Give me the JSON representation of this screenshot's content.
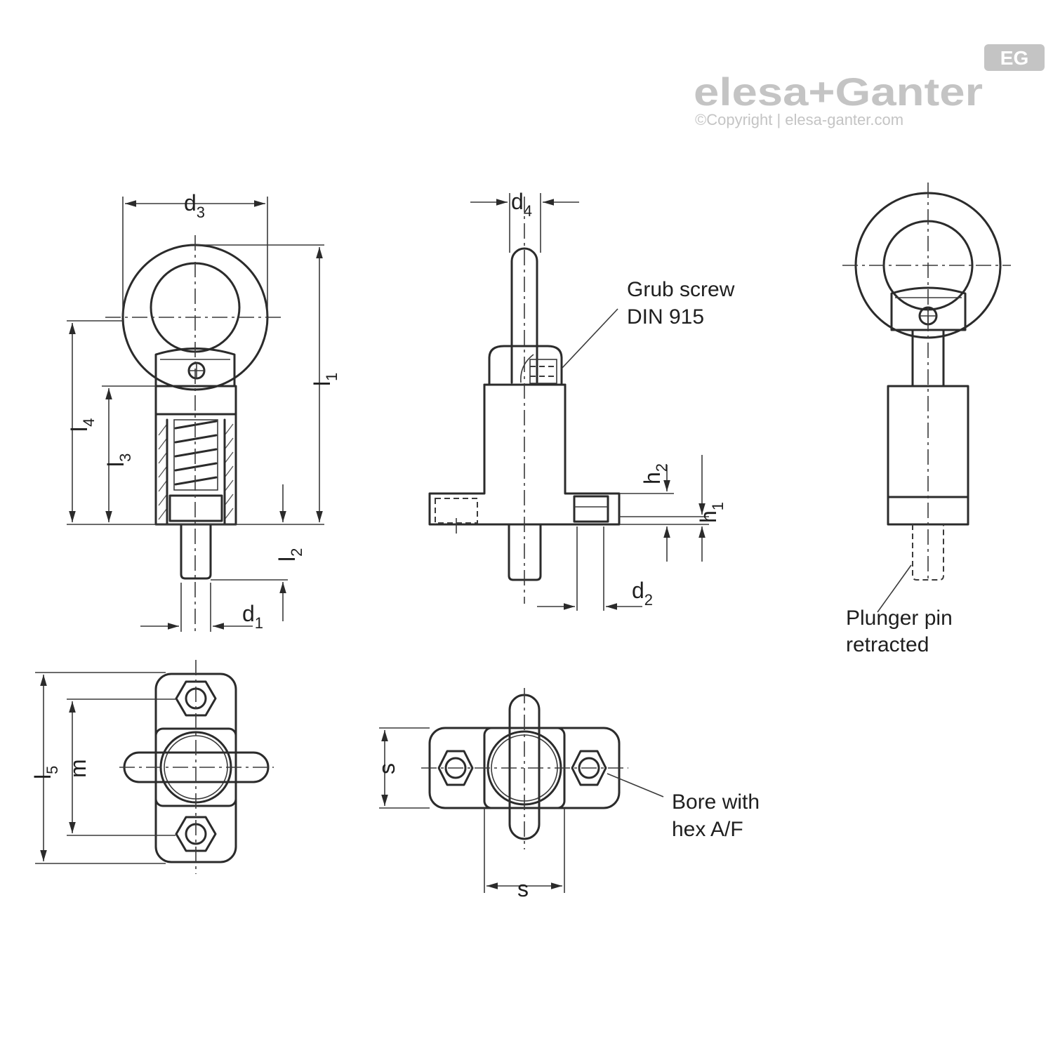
{
  "brand": {
    "logo_text": "elesa+Ganter",
    "badge": "EG",
    "copyright": "©Copyright | elesa-ganter.com"
  },
  "dimensions": {
    "d1": {
      "base": "d",
      "index": "1"
    },
    "d2": {
      "base": "d",
      "index": "2"
    },
    "d3": {
      "base": "d",
      "index": "3"
    },
    "d4": {
      "base": "d",
      "index": "4"
    },
    "l1": {
      "base": "l",
      "index": "1"
    },
    "l2": {
      "base": "l",
      "index": "2"
    },
    "l3": {
      "base": "l",
      "index": "3"
    },
    "l4": {
      "base": "l",
      "index": "4"
    },
    "l5": {
      "base": "l",
      "index": "5"
    },
    "h1": {
      "base": "h",
      "index": "1"
    },
    "h2": {
      "base": "h",
      "index": "2"
    },
    "m": "m",
    "s": "s"
  },
  "annotations": {
    "grub_screw_line1": "Grub screw",
    "grub_screw_line2": "DIN 915",
    "plunger_line1": "Plunger pin",
    "plunger_line2": "retracted",
    "bore_line1": "Bore with",
    "bore_line2": "hex A/F"
  },
  "colors": {
    "line": "#2b2b2b",
    "logo": "#c4c4c4"
  }
}
